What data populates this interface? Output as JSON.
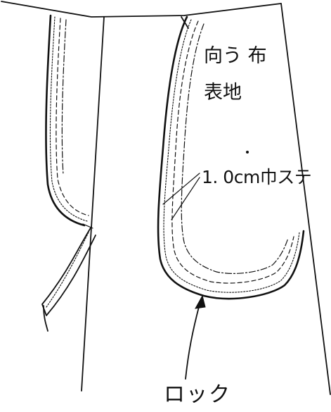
{
  "labels": {
    "fabric": "向う 布",
    "outer": "表地",
    "tape": "1. 0cm巾ステ",
    "lock": "ロック"
  },
  "colors": {
    "ink": "#111111",
    "paper": "#ffffff"
  }
}
